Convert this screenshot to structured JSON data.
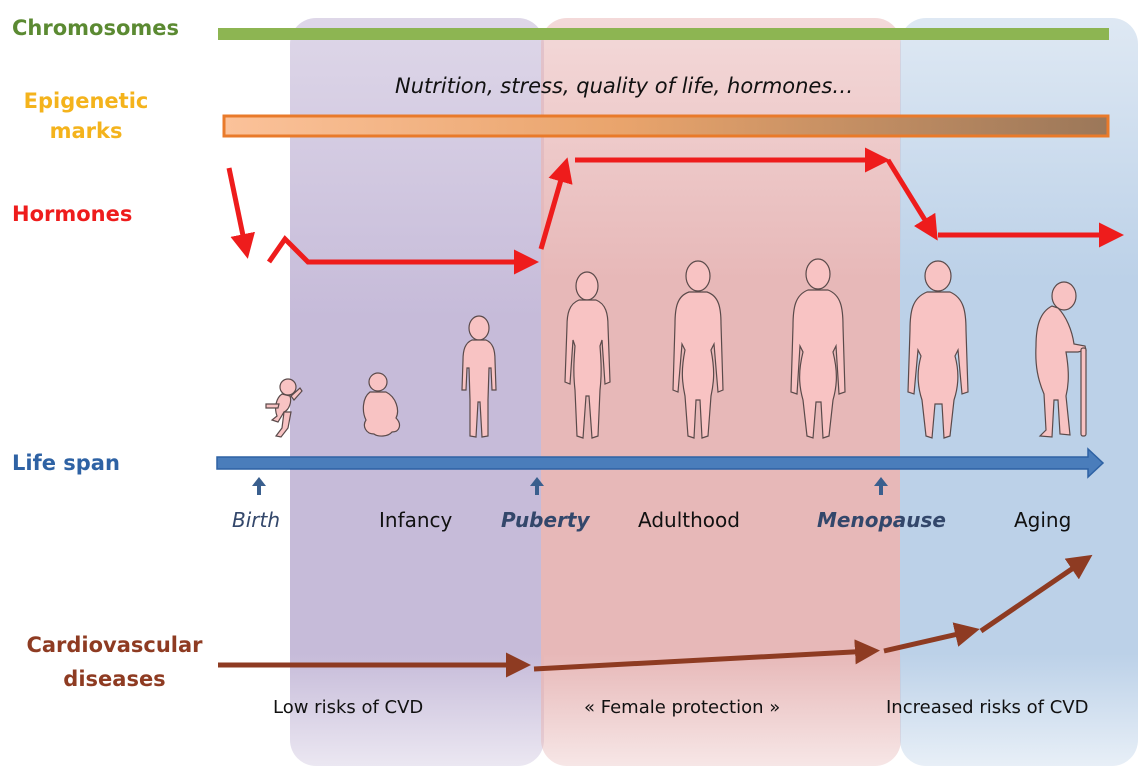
{
  "row_labels": {
    "chromosomes": "Chromosomes",
    "epigenetic": "Epigenetic marks",
    "hormones": "Hormones",
    "life_span": "Life span",
    "cardiovascular": "Cardiovascular diseases"
  },
  "epigenetic_note": "Nutrition, stress, quality of life, hormones…",
  "stages": {
    "birth": "Birth",
    "infancy": "Infancy",
    "puberty": "Puberty",
    "adulthood": "Adulthood",
    "menopause": "Menopause",
    "aging": "Aging"
  },
  "cvd_risk": {
    "low": "Low risks of CVD",
    "female": "« Female protection »",
    "increased": "Increased risks of CVD"
  },
  "colors": {
    "chromosomes": "#8db552",
    "epigenetic": "#f4b31c",
    "hormones": "#ee1c1c",
    "life_span": "#2e62a4",
    "cardiovascular": "#8e3b22",
    "zone_infancy": "#c6bbd9",
    "zone_adult": "#e7b8b8",
    "zone_aging": "#bcd1e8",
    "silhouette": "#f8c3c3"
  }
}
